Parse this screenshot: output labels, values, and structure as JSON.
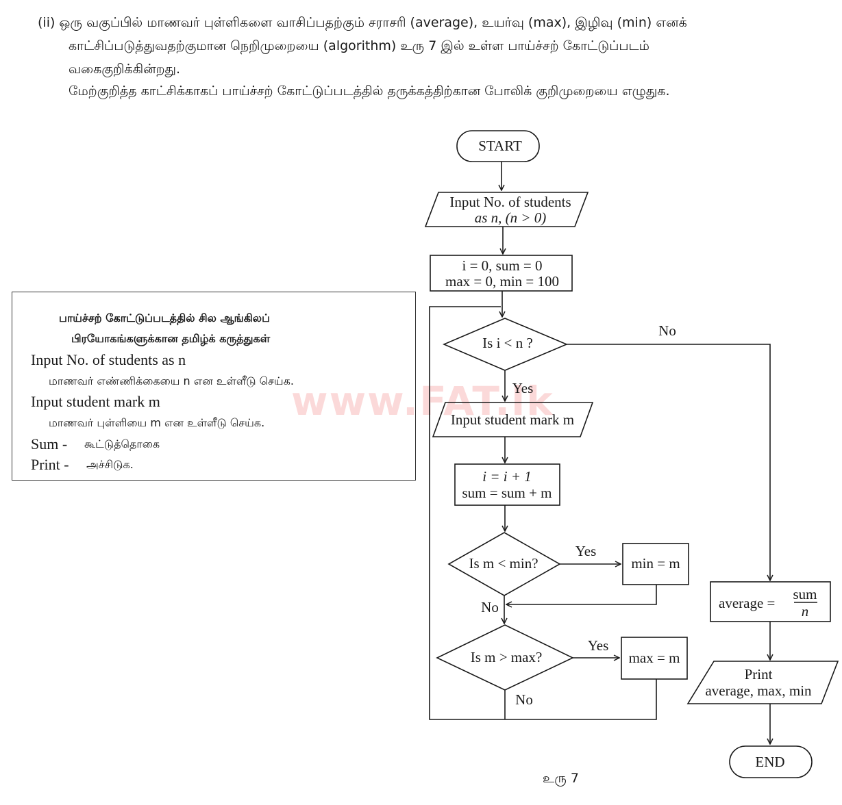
{
  "question": {
    "line1": "(ii)  ஒரு வகுப்பில் மாணவர் புள்ளிகளை வாசிப்பதற்கும் சராசரி (average), உயர்வு (max), இழிவு (min) எனக்",
    "line2": "காட்சிப்படுத்துவதற்குமான நெறிமுறையை (algorithm) உரு 7 இல் உள்ள பாய்ச்சற் கோட்டுப்படம்",
    "line3": "வகைகுறிக்கின்றது.",
    "line4": "மேற்குறித்த காட்சிக்காகப் பாய்ச்சற் கோட்டுப்படத்தில் தருக்கத்திற்கான போலிக் குறிமுறையை எழுதுக."
  },
  "glossary": {
    "heading1": "பாய்ச்சற் கோட்டுப்படத்தில் சில ஆங்கிலப்",
    "heading2": "பிரயோகங்களுக்கான தமிழ்க் கருத்துகள்",
    "items": [
      {
        "term": "Input No. of students as n",
        "meaning": "மாணவர் எண்ணிக்கையை n என உள்ளீடு செய்க."
      },
      {
        "term": "Input student mark m",
        "meaning": "மாணவர் புள்ளியை m என உள்ளீடு செய்க."
      },
      {
        "term": "Sum -",
        "meaning": "கூட்டுத்தொகை"
      },
      {
        "term": "Print -",
        "meaning": "அச்சிடுக."
      }
    ]
  },
  "watermark": "www.FAT.lk",
  "flowchart": {
    "start": "START",
    "input_n_line1": "Input No. of students",
    "input_n_line2": "as n,  (n > 0)",
    "init_line1": "i = 0,  sum = 0",
    "init_line2": "max = 0,   min = 100",
    "decision1": "Is i < n ?",
    "no_label_1": "No",
    "yes_label_1": "Yes",
    "input_m": "Input student mark m",
    "update_line1": "i = i + 1",
    "update_line2": "sum = sum + m",
    "decision2": "Is m < min?",
    "yes_label_2": "Yes",
    "assign_min": "min = m",
    "no_label_2": "No",
    "decision3": "Is m > max?",
    "yes_label_3": "Yes",
    "assign_max": "max = m",
    "no_label_3": "No",
    "average_label": "average =",
    "average_num": "sum",
    "average_den": "n",
    "print_line1": "Print",
    "print_line2": "average, max, min",
    "end": "END"
  },
  "figure_label": "உரு 7"
}
